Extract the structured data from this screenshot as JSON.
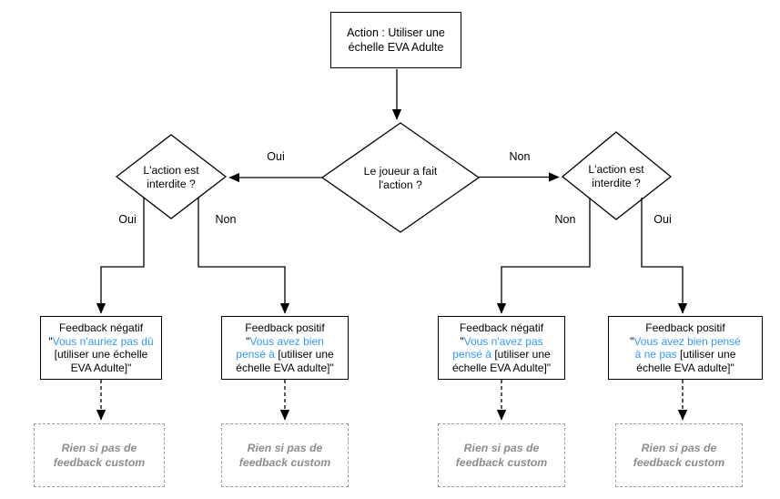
{
  "colors": {
    "text_blue": "#3399ff",
    "muted_gray_text": "#8c8c8c",
    "dashed_border_gray": "#9a9a9a",
    "line_black": "#000000",
    "node_fill": "#ffffff"
  },
  "action_box": {
    "lines": [
      "Action : Utiliser une",
      "échelle EVA Adulte"
    ]
  },
  "decisions": {
    "root": {
      "lines": [
        "Le joueur a fait",
        "l'action ?"
      ]
    },
    "left": {
      "lines": [
        "L'action est",
        "interdite ?"
      ]
    },
    "right": {
      "lines": [
        "L'action est",
        "interdite ?"
      ]
    }
  },
  "edge_labels": {
    "root_to_left": "Oui",
    "root_to_right": "Non",
    "left_to_negatif": "Oui",
    "left_to_positif": "Non",
    "right_to_negatif": "Non",
    "right_to_positif": "Oui"
  },
  "feedback_boxes": [
    {
      "lines": [
        [
          {
            "t": "Feedback négatif",
            "c": "k"
          }
        ],
        [
          {
            "t": "\"",
            "c": "k"
          },
          {
            "t": "Vous n'auriez pas dû",
            "c": "b"
          }
        ],
        [
          {
            "t": "[utiliser une échelle",
            "c": "k"
          }
        ],
        [
          {
            "t": "EVA Adulte]\"",
            "c": "k"
          }
        ]
      ]
    },
    {
      "lines": [
        [
          {
            "t": "Feedback positif",
            "c": "k"
          }
        ],
        [
          {
            "t": "\"",
            "c": "k"
          },
          {
            "t": "Vous avez bien",
            "c": "b"
          }
        ],
        [
          {
            "t": "pensé à ",
            "c": "b"
          },
          {
            "t": "[utiliser une",
            "c": "k"
          }
        ],
        [
          {
            "t": "échelle EVA adulte]\"",
            "c": "k"
          }
        ]
      ]
    },
    {
      "lines": [
        [
          {
            "t": "Feedback négatif",
            "c": "k"
          }
        ],
        [
          {
            "t": "\"",
            "c": "k"
          },
          {
            "t": "Vous n'avez pas",
            "c": "b"
          }
        ],
        [
          {
            "t": "pensé à ",
            "c": "b"
          },
          {
            "t": "[utiliser une",
            "c": "k"
          }
        ],
        [
          {
            "t": "échelle EVA Adulte]\"",
            "c": "k"
          }
        ]
      ]
    },
    {
      "lines": [
        [
          {
            "t": "Feedback positif",
            "c": "k"
          }
        ],
        [
          {
            "t": "\"",
            "c": "k"
          },
          {
            "t": "Vous avez bien pensé",
            "c": "b"
          }
        ],
        [
          {
            "t": "à ne pas ",
            "c": "b"
          },
          {
            "t": "[utiliser une",
            "c": "k"
          }
        ],
        [
          {
            "t": "échelle EVA adulte]\"",
            "c": "k"
          }
        ]
      ]
    }
  ],
  "custom_feedback_boxes": [
    {
      "lines": [
        "Rien si pas de",
        "feedback custom"
      ]
    },
    {
      "lines": [
        "Rien si pas de",
        "feedback custom"
      ]
    },
    {
      "lines": [
        "Rien si pas de",
        "feedback custom"
      ]
    },
    {
      "lines": [
        "Rien si pas de",
        "feedback custom"
      ]
    }
  ]
}
